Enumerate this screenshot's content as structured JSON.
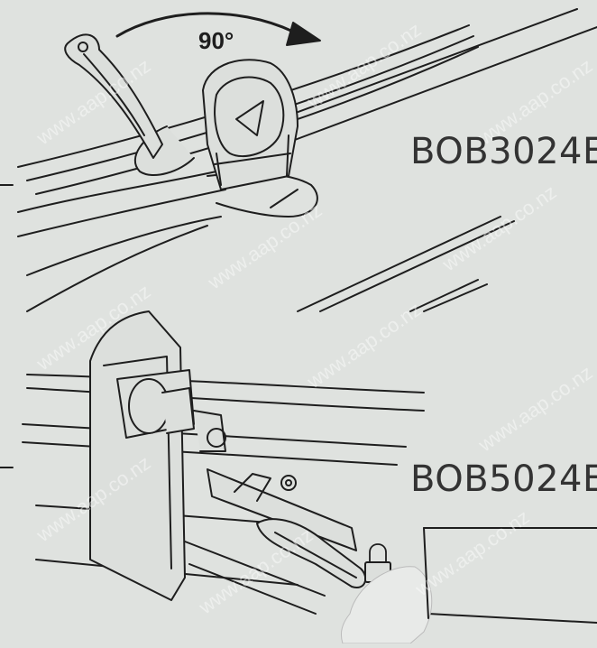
{
  "diagram": {
    "angle_label": "90°",
    "top_label": "BOB3024E",
    "bottom_label": "BOB5024E",
    "watermark_text": "www.aap.co.nz"
  },
  "colors": {
    "background": "#dfe2df",
    "line": "#1e1e1e",
    "part_fill": "#dcdfdc",
    "label_text": "#333333"
  }
}
